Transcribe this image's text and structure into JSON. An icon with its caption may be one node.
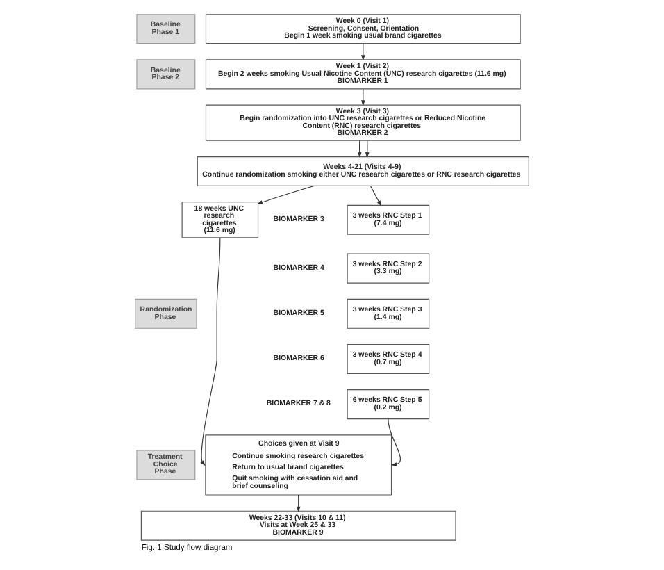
{
  "diagram": {
    "caption": "Fig. 1 Study flow diagram",
    "nodes": [
      {
        "text": [
          "Baseline Phase 1"
        ]
      },
      {
        "text": [
          "Week 0 (Visit 1)",
          "Screening, Consent, Orientation",
          "Begin 1 week smoking usual brand cigarettes"
        ]
      },
      {
        "text": [
          "Baseline Phase 2"
        ]
      },
      {
        "text": [
          "Week 1 (Visit 2)",
          "Begin 2 weeks smoking Usual Nicotine Content (UNC) research cigarettes (11.6 mg)",
          "BIOMARKER 1"
        ]
      },
      {
        "text": [
          "Week 3 (Visit 3)",
          "Begin randomization into UNC research cigarettes or Reduced Nicotine Content (RNC) research cigarettes",
          "BIOMARKER 2"
        ]
      },
      {
        "text": [
          "Randomization Phase"
        ]
      },
      {
        "text": [
          "Weeks 4-21 (Visits 4-9)",
          "Continue randomization smoking either UNC research cigarettes or RNC research cigarettes"
        ]
      },
      {
        "text": [
          "18 weeks UNC research cigarettes (11.6 mg)"
        ]
      },
      {
        "text": [
          "3 weeks RNC Step 1 (7.4 mg)"
        ],
        "beside": [
          "BIOMARKER 3"
        ]
      },
      {
        "text": [
          "3 weeks RNC Step 2 (3.3 mg)"
        ],
        "beside": [
          "BIOMARKER 4"
        ]
      },
      {
        "text": [
          "3 weeks RNC Step 3 (1.4 mg)"
        ],
        "beside": [
          "BIOMARKER 5"
        ]
      },
      {
        "text": [
          "3 weeks RNC Step 4 (0.7 mg)"
        ],
        "beside": [
          "BIOMARKER 6"
        ]
      },
      {
        "text": [
          "6 weeks RNC Step 5 (0.2 mg)"
        ],
        "beside": [
          "BIOMARKER 7 & 8"
        ]
      },
      {
        "text": [
          "Treatment Choice Phase"
        ]
      },
      {
        "text": [
          "Choices given at Visit 9",
          "Continue smoking research cigarettes",
          "Return to usual brand cigarettes",
          "Quit smoking with cessation aid and brief counseling"
        ]
      },
      {
        "text": [
          "Weeks 22-33 (Visits 10 & 11)",
          "Visits at Week 25 & 33",
          "BIOMARKER 9"
        ]
      }
    ],
    "edges": [
      {
        "from": 1,
        "to": 3,
        "arrow": "to"
      },
      {
        "from": 3,
        "to": 4,
        "arrow": "to"
      },
      {
        "from": 4,
        "to": 6,
        "arrow": "to"
      },
      {
        "from": 4,
        "to": 6,
        "arrow": "to"
      },
      {
        "from": 6,
        "to": 7,
        "arrow": "to"
      },
      {
        "from": 6,
        "to": 8,
        "arrow": "to"
      },
      {
        "from": 7,
        "to": 14,
        "arrow": "to"
      },
      {
        "from": 12,
        "to": 14,
        "arrow": "to"
      },
      {
        "from": 14,
        "to": 15,
        "arrow": "to"
      }
    ]
  }
}
